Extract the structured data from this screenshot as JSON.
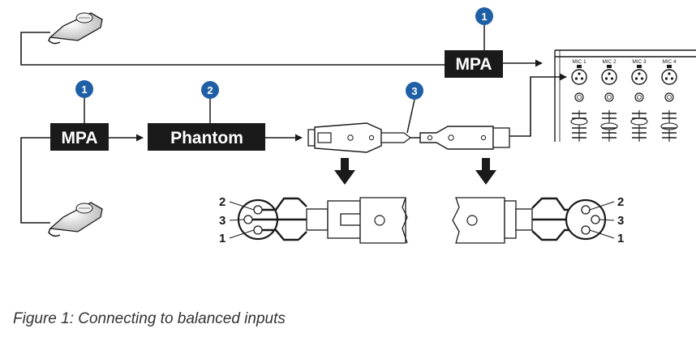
{
  "diagram": {
    "labels": {
      "mpa_top": "MPA",
      "mpa_left": "MPA",
      "phantom": "Phantom"
    },
    "badges": {
      "mpa_top": "1",
      "mpa_left": "1",
      "phantom": "2",
      "cable": "3"
    },
    "mixer_channels": [
      "MIC 1",
      "MIC 2",
      "MIC 3",
      "MIC 4"
    ],
    "pins_left": [
      "2",
      "3",
      "1"
    ],
    "pins_right": [
      "2",
      "3",
      "1"
    ]
  },
  "caption": "Figure 1: Connecting to balanced inputs",
  "colors": {
    "box": "#1a1a1a",
    "badge": "#1f5fa6",
    "line": "#1a1a1a"
  }
}
